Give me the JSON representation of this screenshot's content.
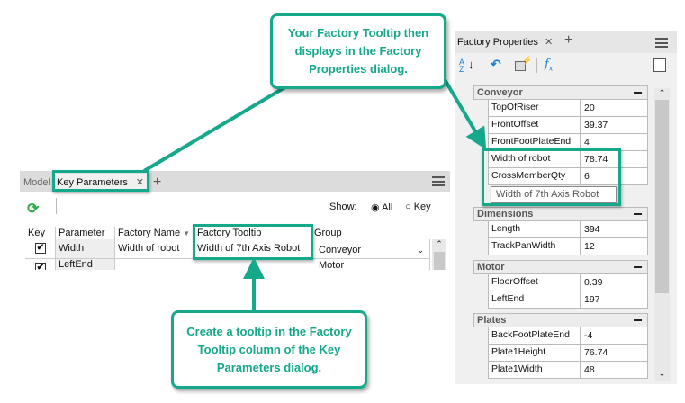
{
  "callouts": {
    "top": "Your Factory Tooltip then displays in the Factory Properties dialog.",
    "bottom": "Create a tooltip in the Factory Tooltip column of the Key Parameters dialog."
  },
  "key_parameters": {
    "tabs": [
      {
        "label": "Model"
      },
      {
        "label": "Key Parameters",
        "active": true
      }
    ],
    "show_label": "Show:",
    "show_options": [
      {
        "label": "All",
        "selected": true
      },
      {
        "label": "Key",
        "selected": false
      }
    ],
    "columns": [
      "Key",
      "Parameter",
      "Factory Name",
      "Factory Tooltip",
      "Group"
    ],
    "rows": [
      {
        "key": true,
        "parameter": "Width",
        "factory_name": "Width of robot",
        "factory_tooltip": "Width of 7th Axis Robot",
        "group": "Conveyor"
      },
      {
        "key": true,
        "parameter": "LeftEnd",
        "factory_name": "",
        "factory_tooltip": "",
        "group": "Motor"
      }
    ]
  },
  "factory_properties": {
    "tab": "Factory Properties",
    "tooltip": "Width of 7th Axis Robot",
    "groups": [
      {
        "name": "Conveyor",
        "rows": [
          {
            "n": "TopOfRiser",
            "v": "20"
          },
          {
            "n": "FrontOffset",
            "v": "39.37"
          },
          {
            "n": "FrontFootPlateEnd",
            "v": "4"
          },
          {
            "n": "Width of robot",
            "v": "78.74"
          },
          {
            "n": "CrossMemberQty",
            "v": "6"
          }
        ]
      },
      {
        "name": "Dimensions",
        "rows": [
          {
            "n": "Length",
            "v": "394"
          },
          {
            "n": "TrackPanWidth",
            "v": "12"
          }
        ]
      },
      {
        "name": "Motor",
        "rows": [
          {
            "n": "FloorOffset",
            "v": "0.39"
          },
          {
            "n": "LeftEnd",
            "v": "197"
          }
        ]
      },
      {
        "name": "Plates",
        "rows": [
          {
            "n": "BackFootPlateEnd",
            "v": "-4"
          },
          {
            "n": "Plate1Height",
            "v": "76.74"
          },
          {
            "n": "Plate1Width",
            "v": "48"
          }
        ]
      }
    ]
  },
  "colors": {
    "accent": "#16a88a",
    "refresh": "#2eaa4a",
    "undo": "#1e7fd0"
  }
}
